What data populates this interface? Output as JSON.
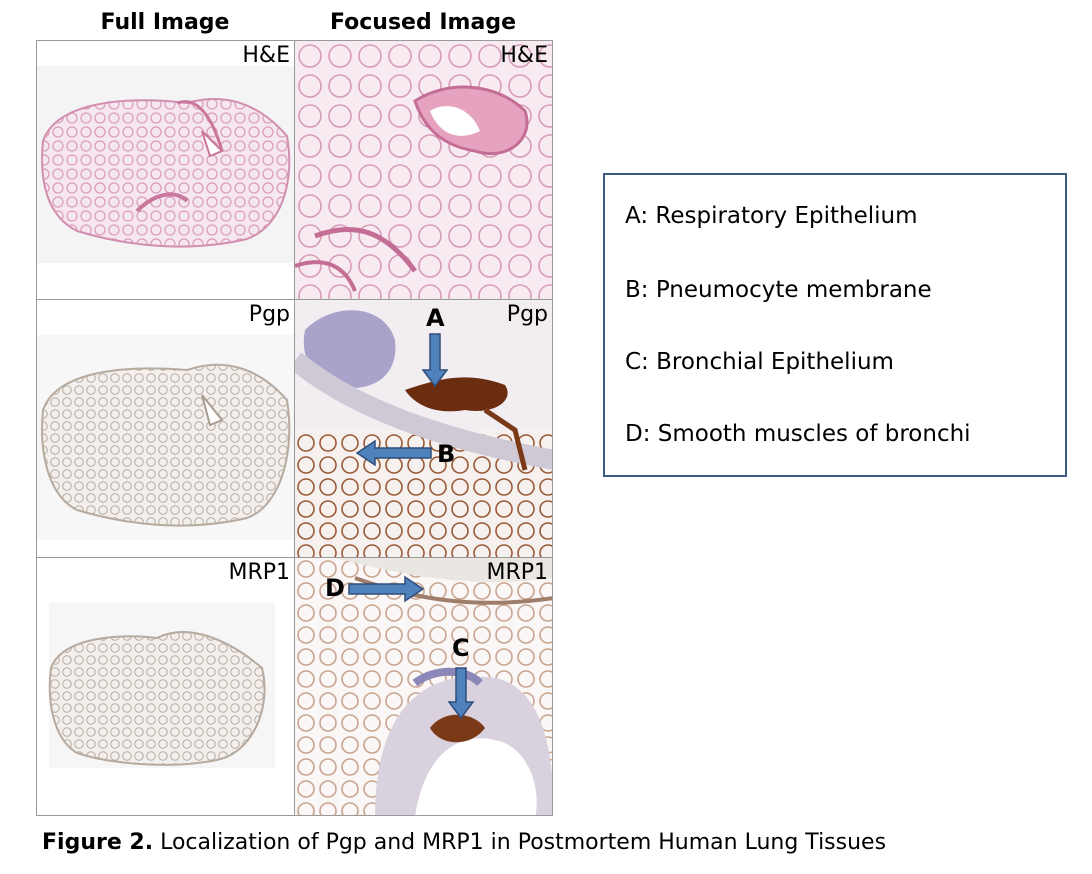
{
  "columns": [
    "Full Image",
    "Focused Image"
  ],
  "rows": [
    {
      "stain": "H&E",
      "full_label": "H&E",
      "focused_label": "H&E"
    },
    {
      "stain": "Pgp",
      "full_label": "Pgp",
      "focused_label": "Pgp"
    },
    {
      "stain": "MRP1",
      "full_label": "MRP1",
      "focused_label": "MRP1"
    }
  ],
  "markers": {
    "a": "A",
    "b": "B",
    "c": "C",
    "d": "D"
  },
  "legend": [
    "A: Respiratory Epithelium",
    "B: Pneumocyte membrane",
    "C: Bronchial Epithelium",
    "D: Smooth muscles of bronchi"
  ],
  "caption": {
    "bold": "Figure 2.",
    "text": " Localization of Pgp and MRP1 in Postmortem Human Lung Tissues"
  },
  "colors": {
    "arrow": "#4f81bd",
    "legend_border": "#3d5a80",
    "he": "#e6b8cc",
    "dab": "#8a4a22",
    "hema": "#8a86b8"
  }
}
